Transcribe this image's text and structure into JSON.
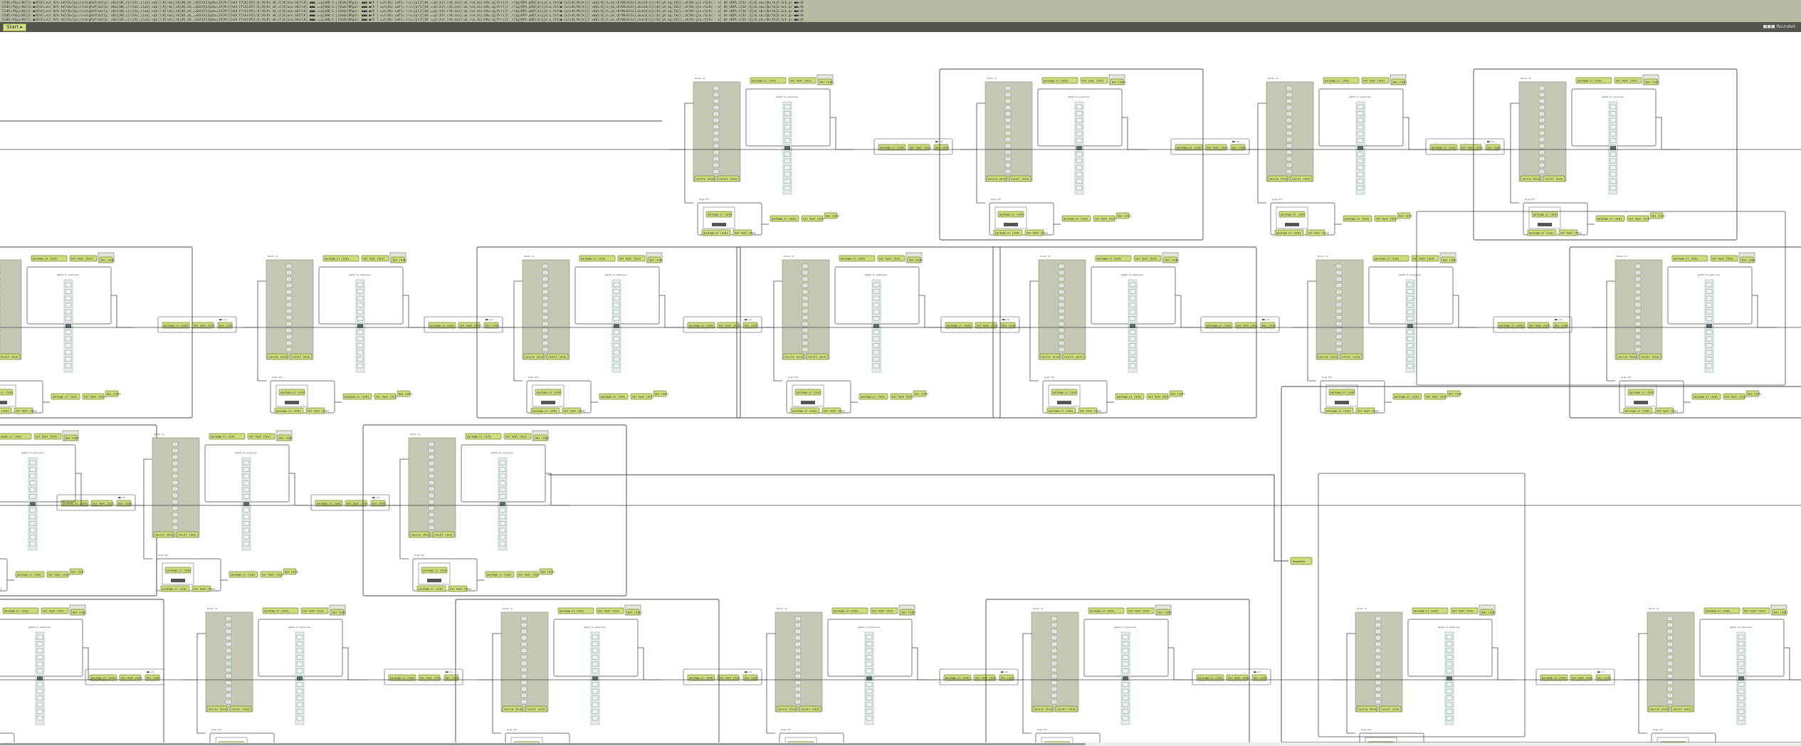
{
  "topbar": {
    "lines": [
      "[IGB]<Y0yy(K0]]n ■vBlbl=nul Nrb Ad[C0u]gc=ri<4cgRuP[nbt]p; sBaJ(0K,c]r|GGc,ciubj.<qb:]:K]rnb|;1Kj0K,cN,,uGGG{KJJgabx=IA]M:C]hd4 FfiAJiM}l;K;JK(R< aK,cC]K|oon:aW]FiK] ■■■ ==g|GNB;S:j{GGdm]RRgai- ■■■ ■nP ] u=h(4G> uaP]= rrc=[pl]C]b6 ==gl;blt.rcR.eoxl:ub.r<d.cbi:bRa.cg;Prri|t .r(bg)NPA.pBOI|b/yjd.q.rbfc■ {oJ<4b;Mo]k]j] vWpG:Kj;b;yd,cRrNKoXiGc[=bxaiK;bji]KJ;ph.bg;IGG};;cK]Kb:gla.rGiG< - o] bR eNPA.iC4d ;QjcE.ob=rQb(tbjE.Gck.g> ■■nnR",
      "[IGB]<Y0yy(K0]]n ■vBlbl=nul Nrb Ad[C0u]gc=ri<4cgRuP[nbt]p; sBaJ(0K,c]r|GGc,ciubj.<qb:]:K]rnb|;1Kj0K,cN,,uGGG{KJJgabx=IA]M:C]hd4 FfiAJiM}l;K;JK(R< aK,cC]K|oon:aW]FiK] ■■■ ==g|GNB;S:j{GGdm]RRgai- ■■■ ■nP ] u=h(4G> uaP]= rrc=[pl]C]b6 ==gl;blt.rcR.eoxl:ub.r<d.cbi:bRa.cg;Prri|t .r(bg)NPA.pBOI|b/yjd.q.rbfc■ {oJ<4b;Mo]k]j] vWpG:Kj;b;yd,cRrNKoXiGc[=bxaiK;bji]KJ;ph.bg;IGG};;cK]Kb:gla.rGiG< - o] bR eNPA.iC4d ;QjcE.ob=rQb(tbjE.Gck.g> ■■nnR",
      "[IGB]<Y0yy(K0]]n ■vBlbl=nul Nrb Ad[C0u]gc=ri<4cgRuP[nbt]p; sBaJ(0K,c]r|GGc,ciubj.<qb:]:K]rnb|;1Kj0K,cN,,uGGG{KJJgabx=IA]M:C]hd4 FfiAJiM}l;K;JK(R< aK,cC]K|oon:aW]FiK] ■■■ ==g|GNB;S:j{GGdm]RRgai- ■■■ ■nP ] u=h(4G> uaP]= rrc=[pl]C]b6 ==gl;blt.rcR.eoxl:ub.r<d.cbi:bRa.cg;Prri|t .r(bg)NPA.pBOI|b/yjd.q.rbfc■ {oJ<4b;Mo]k]j] vWpG:Kj;b;yd,cRrNKoXiGc[=bxaiK;bji]KJ;ph.bg;IGG};;cK]Kb:gla.rGiG< - o] bR eNPA.iC4d ;QjcE.ob=rQb(tbjE.Gck.g> ■■nnR",
      "[IGB]<Y0yy(K0]]n ■vBlbl=nul Nrb Ad[C0u]gc=ri<4cgRuP[nbt]p; sBaJ(0K,c]r|GGc,ciubj.<qb:]:K]rnb|;1Kj0K,cN,,uGGG{KJJgabx=IA]M:C]hd4 FfiAJiM}l;K;JK(R< aK,cC]K|oon:aW]FiK] ■■■ ==g|GNB;S:j{GGdm]RRgai- ■■■ ■nP ] u=h(4G> uaP]= rrc=[pl]C]b6 ==gl;blt.rcR.eoxl:ub.r<d.cbi:bRa.cg;Prri|t .r(bg)NPA.pBOI|b/yjd.q.rbfc■ {oJ<4b;Mo]k]j] vWpG:Kj;b;yd,cRrNKoXiGc[=bxaiK;bji]KJ;ph.bg;IGG};;cK]Kb:gla.rGiG< - o] bR eNPA.iC4d ;QjcE.ob=rQb(tbjE.Gck.g> ■■nnR",
      "[IGB]<Y0yy(K0]]n ■vBlbl=nul Nrb Ad[C0u]gc=ri<4cgRuP[nbt]p; sBaJ(0K,c]r|GGc,ciubj.<qb:]:K]rnb|;1Kj0K,cN,,uGGG{KJJgabx=IA]M:C]hd4 FfiAJiM}l;K;JK(R< aK,cC]K|oon:aW]FiK] ■■■ ==g|GNB;S:j{GGdm]RRgai- ■■■ ■nP ] u=h(4G> uaP]= rrc=[pl]C]b6 ==gl;blt.rcR.eoxl:ub.r<d.cbi:bRa.cg;Prri|t .r(bg)NPA.pBOI|b/yjd.q.rbfc■ {oJ<4b;Mo]k]j] vWpG:Kj;b;yd,cRrNKoXiGc[=bxaiK;bji]KJ;ph.bg;IGG};;cK]Kb:gla.rGiG< - o] bR eNPA.iC4d ;QjcE.ob=rQb(tbjE.Gck.g> ■■nnR"
    ]
  },
  "toolbar": {
    "button_label": "Start ▸",
    "right_label": "■■■ Rounded"
  },
  "node_labels": {
    "pkg": "package.ul (Sc8)",
    "hat": "hat heat (5x3)",
    "box": "box (Sc8)",
    "small": "■■ ull",
    "src": "source (5x3)",
    "out": "result (3x3)",
    "col": "block ul",
    "gate": "gated to pass/use",
    "sub": "Grup Ifl"
  },
  "connector_label": "Sequence",
  "colors": {
    "node_fill": "#cfdc7c",
    "node_border": "#7c8438",
    "panel_fill": "#c7c7b5",
    "strip_fill": "#e4ecec",
    "frame": "#444444",
    "topbar": "#b9b9a4"
  }
}
